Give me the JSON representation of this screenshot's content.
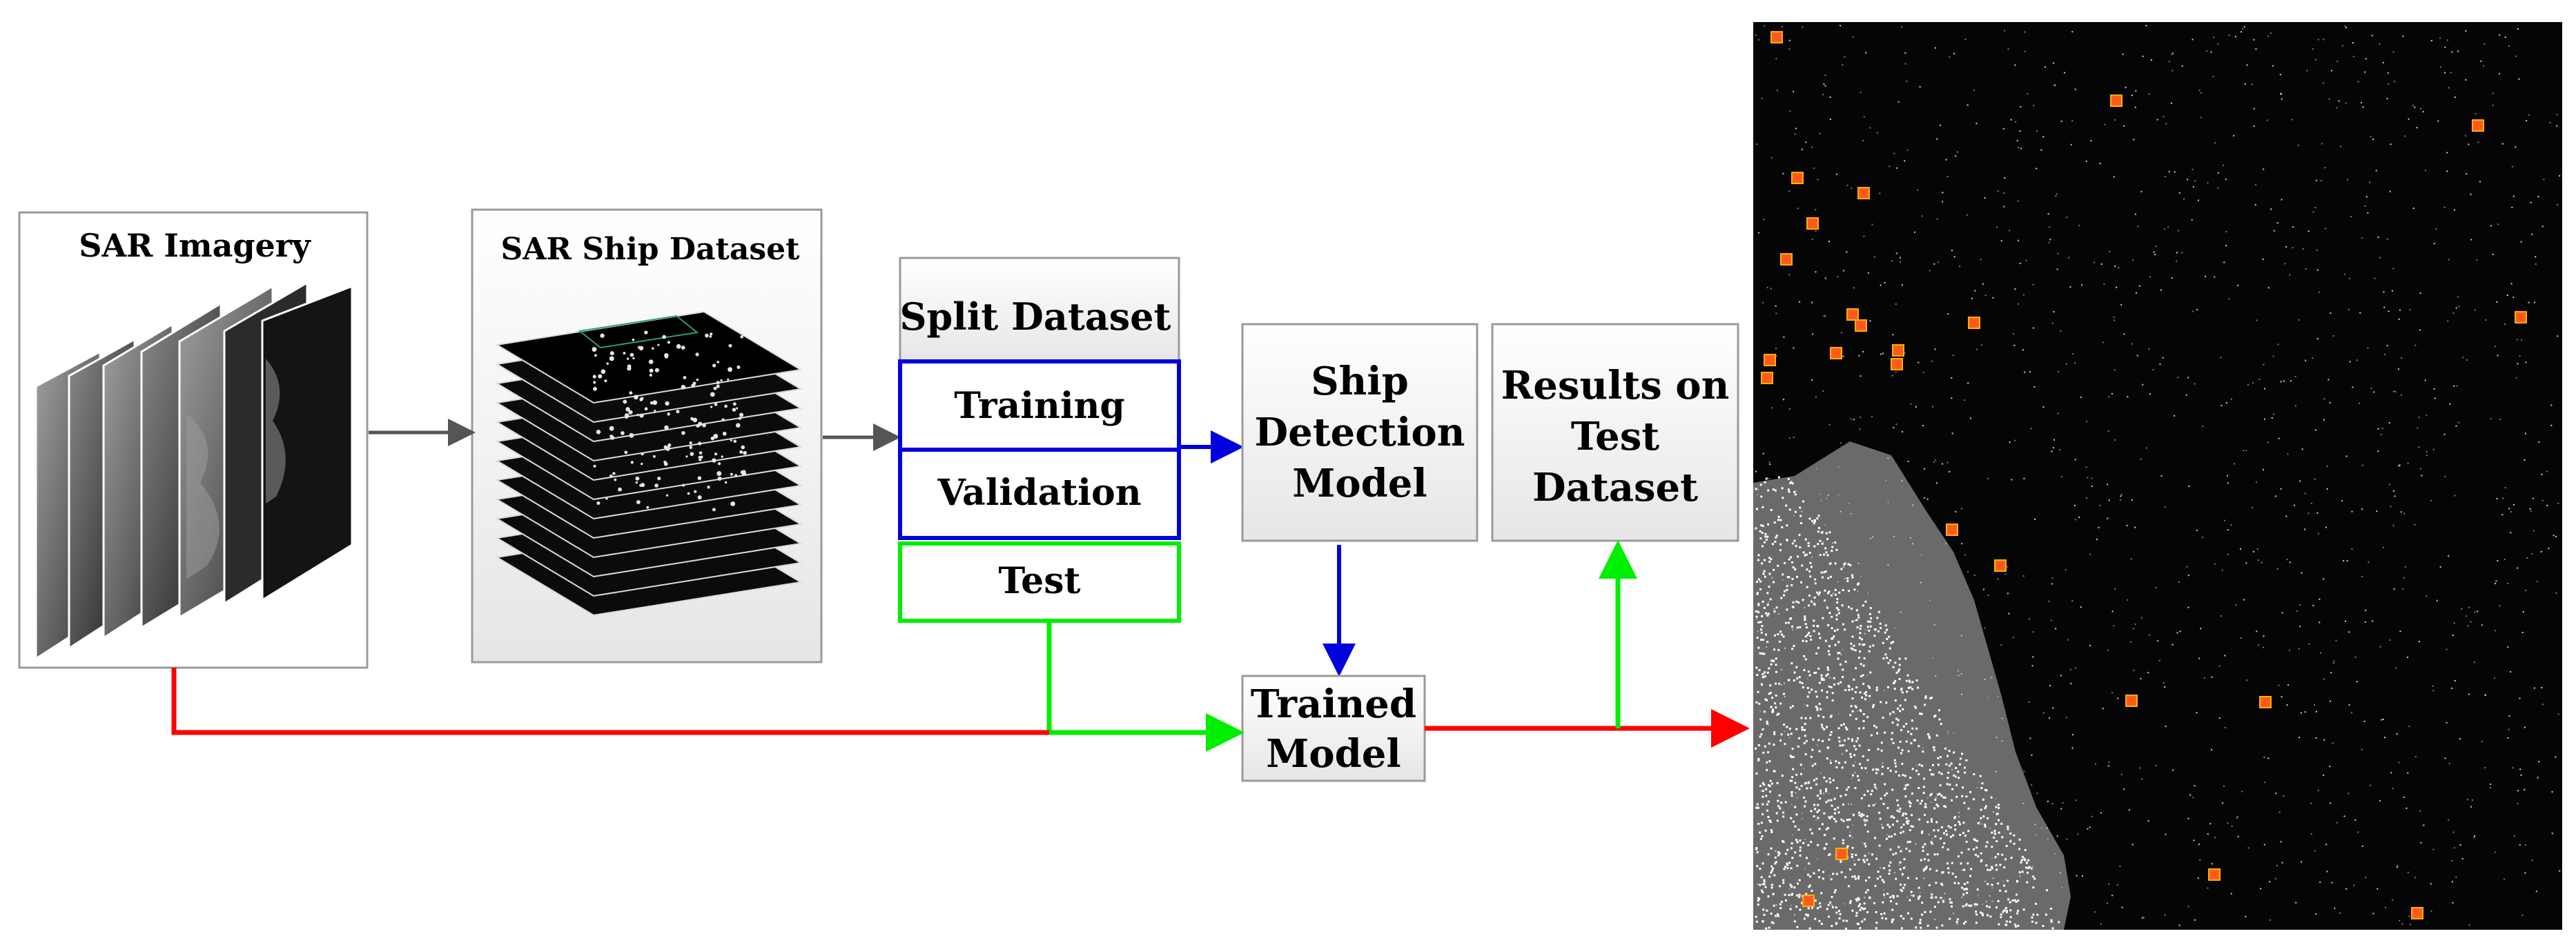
{
  "labels": {
    "sar_imagery": "SAR Imagery",
    "sar_ship_dataset": "SAR Ship Dataset",
    "split_dataset": "Split Dataset",
    "training": "Training",
    "validation": "Validation",
    "test": "Test",
    "ship_detection_model": [
      "Ship",
      "Detection",
      "Model"
    ],
    "results_on_test_dataset": [
      "Results on",
      "Test",
      "Dataset"
    ],
    "trained_model": [
      "Trained",
      "Model"
    ]
  },
  "colors": {
    "train_val_flow": "#0000dd",
    "test_flow": "#00ee00",
    "result_flow": "#ff0000",
    "data_flow": "#555555",
    "detection_box": "#ff5a1e"
  },
  "result_image": {
    "detected_ships": 24
  }
}
